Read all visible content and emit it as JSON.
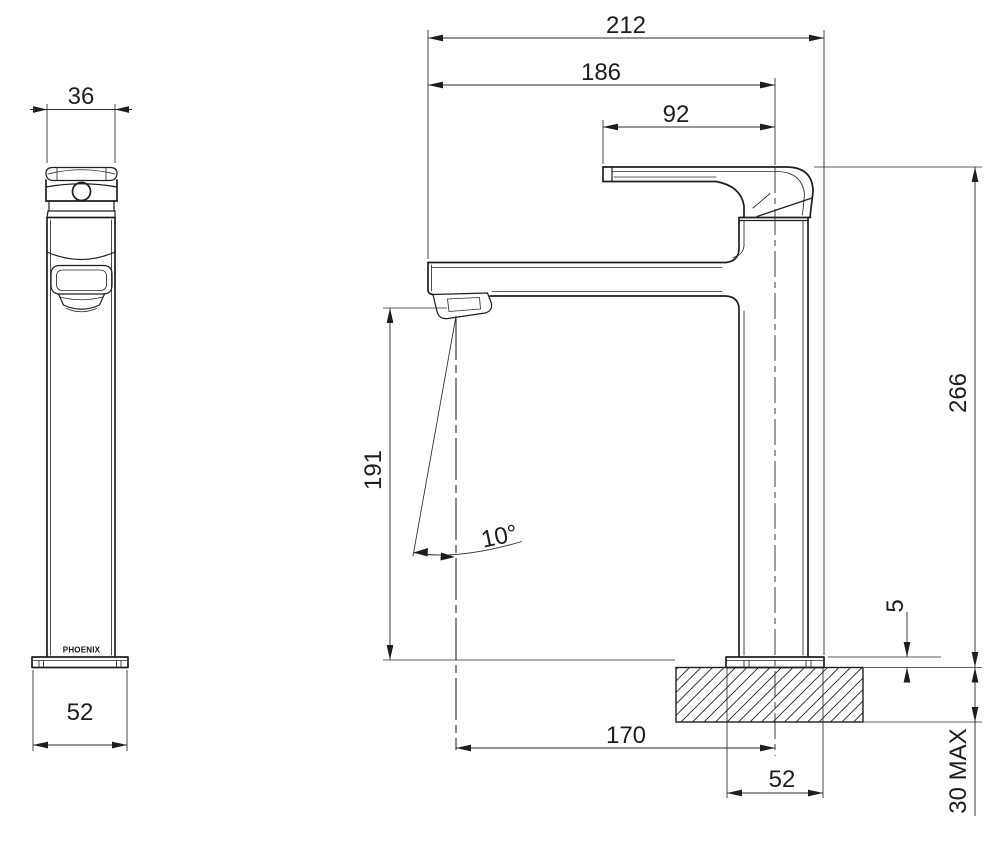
{
  "drawing": {
    "type": "tapware dimension drawing",
    "colors": {
      "line": "#1e1e1e",
      "background": "#ffffff"
    },
    "views": {
      "side": {
        "brand": "PHOENIX",
        "dims": {
          "handle_width": "36",
          "base_depth": "52"
        }
      },
      "front": {
        "dims": {
          "overall_depth": "212",
          "tip_to_centre": "186",
          "handle_reach": "92",
          "overall_height": "266",
          "outlet_height": "191",
          "spout_angle": "10°",
          "outlet_to_centre": "170",
          "base_width": "52",
          "plate_thickness": "5",
          "bench_max": "30 MAX"
        }
      }
    }
  }
}
